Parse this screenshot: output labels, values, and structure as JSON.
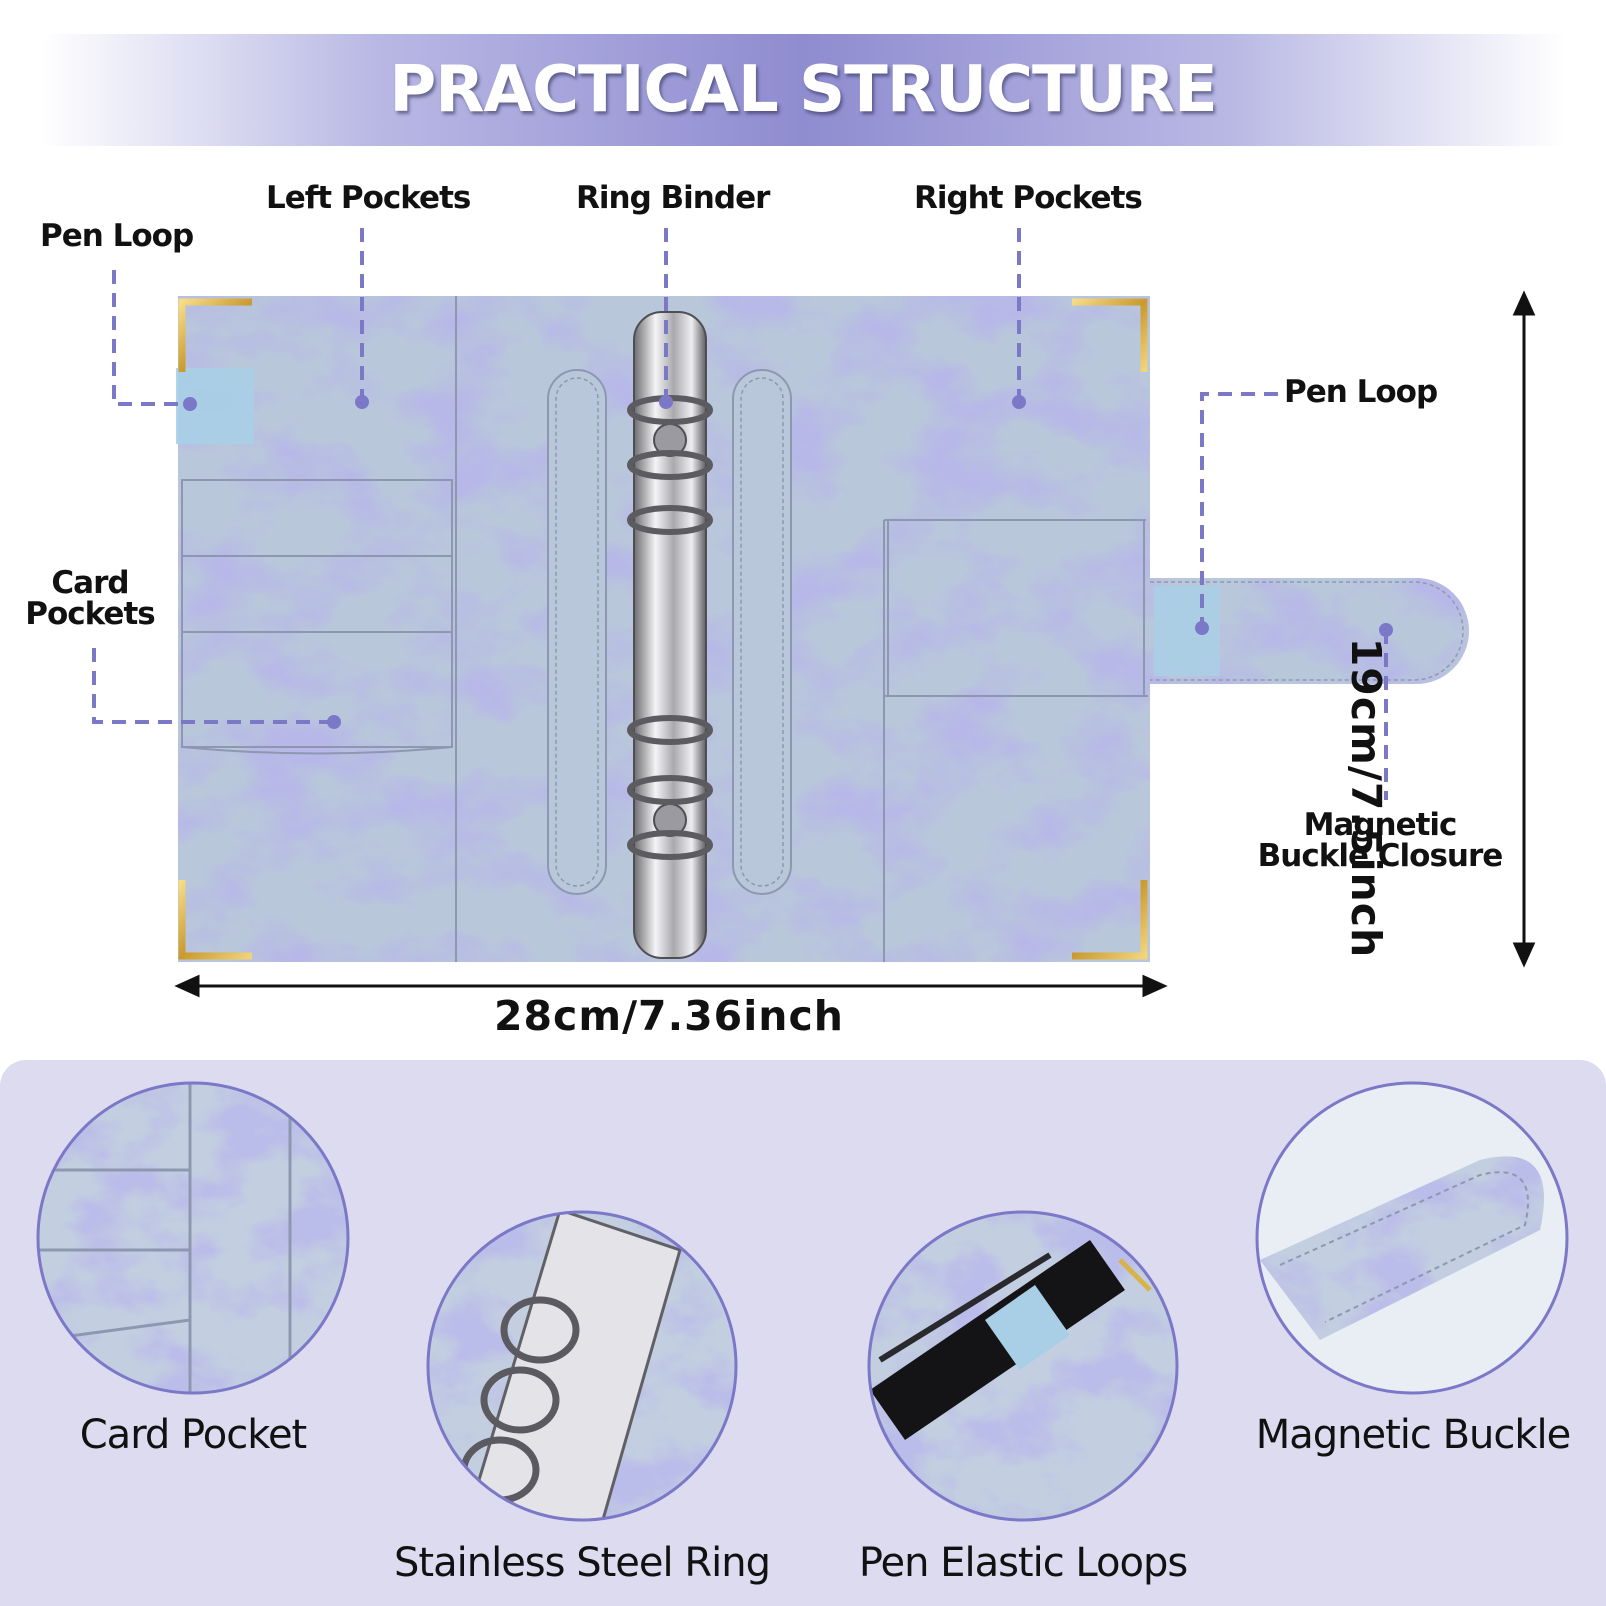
{
  "header": {
    "title": "PRACTICAL STRUCTURE"
  },
  "callouts": {
    "pen_loop_left": "Pen Loop",
    "left_pockets": "Left Pockets",
    "ring_binder": "Ring Binder",
    "right_pockets": "Right Pockets",
    "pen_loop_right": "Pen Loop",
    "card_pockets_line1": "Card",
    "card_pockets_line2": "Pockets",
    "magnetic_line1": "Magnetic",
    "magnetic_line2": "Buckle Closure"
  },
  "dimensions": {
    "width": "28cm/7.36inch",
    "height": "19cm/7.5inch"
  },
  "details": [
    {
      "caption": "Card Pocket",
      "icon": "card-pocket-closeup"
    },
    {
      "caption": "Stainless Steel Ring",
      "icon": "ring-closeup"
    },
    {
      "caption": "Pen Elastic Loops",
      "icon": "pen-loop-closeup"
    },
    {
      "caption": "Magnetic Buckle",
      "icon": "buckle-closeup"
    }
  ],
  "colors": {
    "accent": "#7c78c8",
    "marble_base": "#b8c6da",
    "marble_vein": "#7a7ccc",
    "gold": "#d8b24a",
    "panel": "#dcdbef"
  }
}
